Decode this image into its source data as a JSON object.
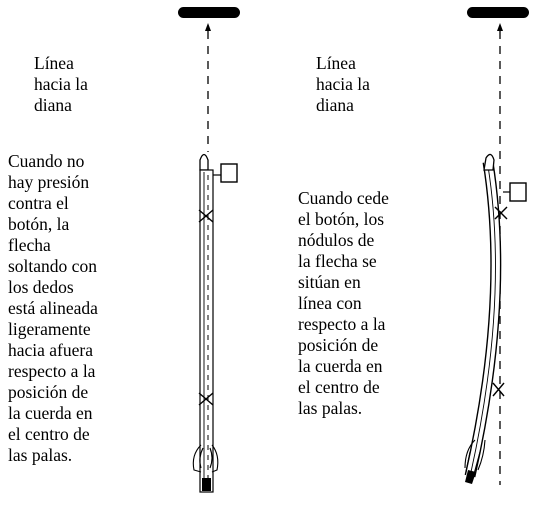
{
  "left_panel": {
    "target_line_label": "Línea\nhacia la\ndiana",
    "description": "Cuando no\nhay presión\ncontra el\nbotón, la\nflecha\nsoltando con\nlos dedos\nestá alineada\nligeramente\nhacia afuera\nrespecto a la\nposición de\nla cuerda en\nel centro de\nlas palas."
  },
  "right_panel": {
    "target_line_label": "Línea\nhacia la\ndiana",
    "description": "Cuando cede\nel botón, los\nnódulos de\nla flecha se\nsitúan en\nlínea con\nrespecto a la\nposición de\nla cuerda en\nel centro de\nlas palas."
  },
  "colors": {
    "ink": "#000000",
    "background": "#ffffff"
  },
  "icons": [
    "target-marker-icon",
    "arrow-head-icon",
    "cushion-plunger-button-icon",
    "fletching-icon"
  ]
}
